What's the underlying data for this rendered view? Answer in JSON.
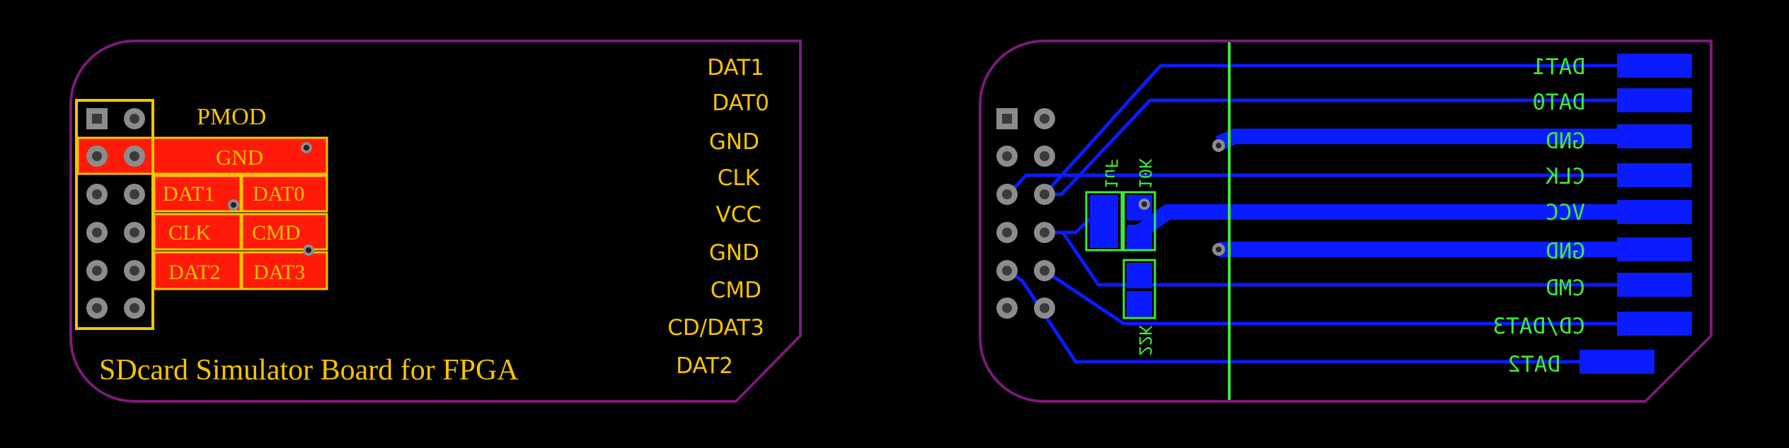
{
  "colors": {
    "background": "#000000",
    "outline": "#7a1a78",
    "silk_yellow": "#f5c400",
    "copper_red": "#ff1a0a",
    "copper_blue": "#0a1cff",
    "silk_green": "#3fe63f",
    "pad_gray": "#8c8c8c",
    "pad_dark": "#3a3a3a"
  },
  "front": {
    "pmod_label": "PMOD",
    "board_title": "SDcard Simulator Board for FPGA",
    "pin_zones": [
      "GND",
      "DAT1",
      "DAT0",
      "CLK",
      "CMD",
      "DAT2",
      "DAT3"
    ],
    "edge_labels": [
      "DAT1",
      "DAT0",
      "GND",
      "CLK",
      "VCC",
      "GND",
      "CMD",
      "CD/DAT3",
      "DAT2"
    ]
  },
  "back": {
    "edge_labels": [
      "DAT1",
      "DAT0",
      "GND",
      "CLK",
      "VCC",
      "GND",
      "CMD",
      "CD/DAT3",
      "DAT2"
    ],
    "component_labels": [
      "1uF",
      "10K",
      "22K"
    ]
  }
}
